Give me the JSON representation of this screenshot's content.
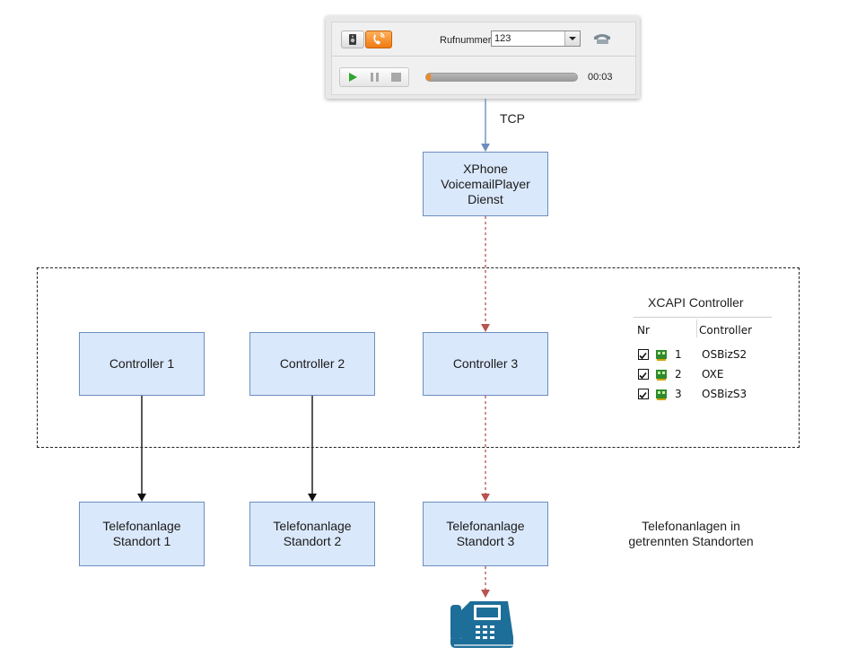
{
  "player": {
    "rufnummer_label": "Rufnummer:",
    "rufnummer_value": "123",
    "time": "00:03",
    "progress": 0.03,
    "accent": "#f07b12",
    "icons": [
      "speaker-icon",
      "handset-icon",
      "hangup-icon",
      "play-icon",
      "pause-icon",
      "stop-icon"
    ]
  },
  "edges": {
    "tcp_label": "TCP"
  },
  "boxes": {
    "service": "XPhone\nVoicemailPlayer\nDienst",
    "controller_1": "Controller 1",
    "controller_2": "Controller 2",
    "controller_3": "Controller 3",
    "pbx_1": "Telefonanlage\nStandort 1",
    "pbx_2": "Telefonanlage\nStandort 2",
    "pbx_3": "Telefonanlage\nStandort 3"
  },
  "xcapi": {
    "title": "XCAPI Controller",
    "col_nr": "Nr",
    "col_controller": "Controller",
    "rows": [
      {
        "nr": "1",
        "controller": "OSBizS2"
      },
      {
        "nr": "2",
        "controller": "OXE"
      },
      {
        "nr": "3",
        "controller": "OSBizS3"
      }
    ]
  },
  "pbx_note": "Telefonanlagen in\ngetrennten Standorten",
  "colors": {
    "box_fill": "#dae8fc",
    "box_border": "#6c8ebf",
    "tcp_arrow": "#6c8ebf",
    "dashed_arrow": "#b85450",
    "phone": "#1d6e99"
  }
}
